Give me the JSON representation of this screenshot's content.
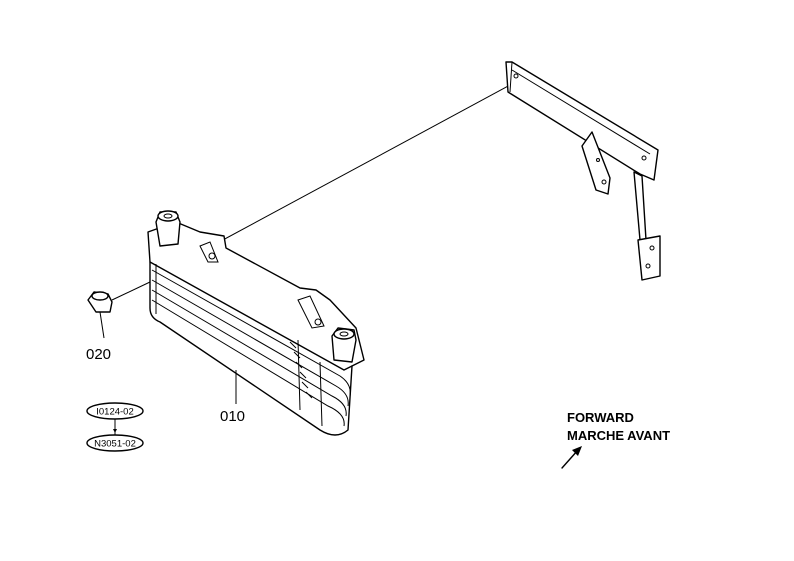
{
  "parts": [
    {
      "id": "010",
      "label": "010"
    },
    {
      "id": "020",
      "label": "020"
    }
  ],
  "codes": {
    "top": "I0124-02",
    "bottom": "N3051-02"
  },
  "direction": {
    "line1": "FORWARD",
    "line2": "MARCHE AVANT"
  }
}
